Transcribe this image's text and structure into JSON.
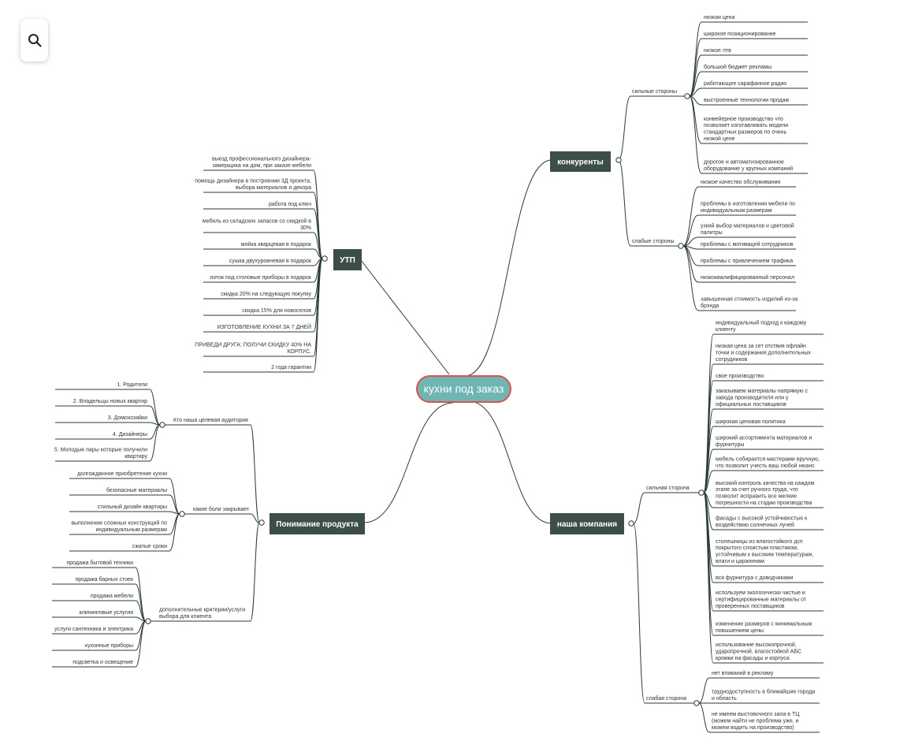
{
  "search": {
    "icon": "search-icon"
  },
  "colors": {
    "root_fill": "#6fb5b4",
    "root_border": "#d9534f",
    "branch_fill": "#3d4e4a",
    "line": "#2b3a37"
  },
  "mindmap": {
    "root": "кухни под заказ",
    "branches": {
      "konkurenty": {
        "label": "конкуренты",
        "groups": [
          {
            "label": "сильные стороны",
            "items": [
              "низкая цена",
              "широкое позиционирование",
              "низкое лтв",
              "большой бюджет рекламы",
              "работающее сарафанное радио",
              "выстроенные технологии продаж",
              "конвейерное производство что позволяет изготавливать модели стандартных размеров по очень низкой цене",
              "дорогое и автоматизированное оборудование у крупных компаний"
            ]
          },
          {
            "label": "слабые стороны",
            "items": [
              "низкое качество обслуживания",
              "проблемы в изготовлении мебели по индивидуальным размерам",
              "узкий выбор материалов и цветовой палитры",
              "проблемы с мотивацей сотрудников",
              "проблемы с привлечением трафика",
              "низкоквалифицированный персонал",
              "завышенная стоимость изделий из-за брэнда"
            ]
          }
        ]
      },
      "utp": {
        "label": "УТП",
        "items": [
          "выезд профессионального дизайнера- замерщика на дом, при заказе мебели",
          "помощь дизайнера в построении 3Д проекта, выбора материалов и декора",
          "работа под ключ",
          "мебель из складских запасов со скидкой в 30%",
          "мойка кварцевая в подарок",
          "сушка двухуровневая в подарок",
          "лоток под столовые приборы в подарок",
          "скидка 20% на следующую покупку",
          "скидка 15% для новоселов",
          "ИЗГОТОВЛЕНИЕ КУХНИ ЗА 7 ДНЕЙ",
          "ПРИВЕДИ ДРУГА: ПОЛУЧИ СКИДКУ 40% НА КОРПУС.",
          "2 года гарантии"
        ]
      },
      "product": {
        "label": "Понимание продукта",
        "groups": [
          {
            "label": "Кто наша целевая аудитория",
            "items": [
              "1. Родители",
              "2. Владельцы новых квартир",
              "3. Домохозяйки",
              "4. Дизайнеры",
              "5. Молодые пары которые получили квартиру"
            ]
          },
          {
            "label": "какие боли закрывает",
            "items": [
              "долгожданное приобретение кухни",
              "безопасные материалы",
              "стильный дизайн квартиры",
              "выполнение сложных конструкций по индивидуальным размерам",
              "сжатые сроки"
            ]
          },
          {
            "label": "дополнительные критерии/услуги выбора для клиента",
            "items": [
              "продажа бытовой техники",
              "продажа барных стоек",
              "продажа мебели",
              "клининговые услугия",
              "услуги сантехника и электрика",
              "кухонные приборы",
              "подсветка и освещение"
            ]
          }
        ]
      },
      "company": {
        "label": "наша компания",
        "groups": [
          {
            "label": "сильная сторона",
            "items": [
              "индивидуальный подход к каждому клиенту",
              "низкая цена за сет отствия офлайн точки и содержания дополнительных сотрудников",
              "свое производство",
              "заказываем материалы напрямую с завода производителя или у официальных поставщиков",
              "широкая ценовая политика",
              "широкий  ассортимента  материалов и фурнитуры",
              "мебель собирается мастерами вручную, что позволит учесть ваш любой нюанс",
              "высокий контроль качества на каждом этапе за счет ручного труда, что позволит исправить все мелкие погрешности на стадии производства",
              "фасады с высокой устойчивостью к воздействию солнечных лучей",
              "столешницы из влагостойкого дсп покрытого слоистым пластиком, устойчивым к высоким температурам, влаги и царапинам",
              "вся фурнитура с доводчиками",
              "используем экологически чистые и сертифицированные материалы от проверенных поставщиков",
              "изменение размеров с минимальным повышением цены",
              "использование высокопрочной, ударопрочной, влагостойкой АБС кромки на фасады и корпуса"
            ]
          },
          {
            "label": "слабая сторона",
            "items": [
              "нет вливаний в рекламу",
              "труднодоступность в ближайшие города и область",
              "не имеем выстовочного зала  в ТЦ (можем найти не проблема уже, и можем водить на производство)"
            ]
          }
        ]
      }
    }
  }
}
